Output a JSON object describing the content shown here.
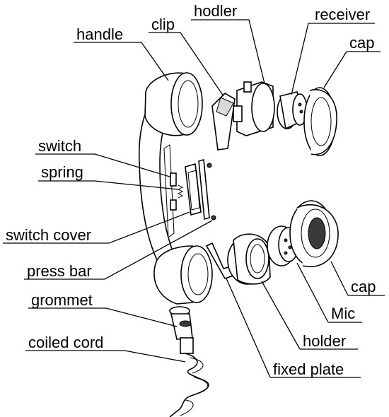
{
  "labels": {
    "handle": "handle",
    "clip": "clip",
    "hodler": "hodler",
    "receiver": "receiver",
    "cap_top": "cap",
    "switch": "switch",
    "spring": "spring",
    "switch_cover": "switch cover",
    "press_bar": "press bar",
    "grommet": "grommet",
    "coiled_cord": "coiled cord",
    "cap_bottom": "cap",
    "mic": "Mic",
    "holder": "holder",
    "fixed_plate": "fixed plate"
  }
}
